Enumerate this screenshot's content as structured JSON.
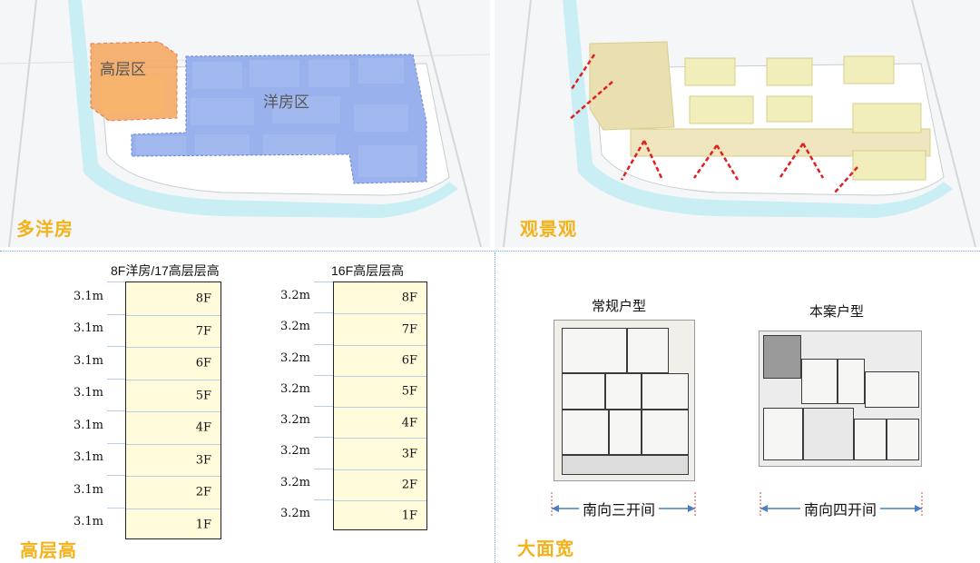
{
  "quadrants": {
    "top_left": {
      "caption": "多洋房",
      "zone_high": "高层区",
      "zone_villa": "洋房区",
      "colors": {
        "high": "#f5a55a",
        "villa": "#8fa9ea"
      }
    },
    "top_right": {
      "caption": "观景观",
      "colors": {
        "building": "#f2eebc",
        "arrow": "#e02020"
      }
    },
    "bottom_left": {
      "caption": "高层高",
      "stack_a": {
        "title": "8F洋房/17高层层高",
        "heights": [
          "3.1m",
          "3.1m",
          "3.1m",
          "3.1m",
          "3.1m",
          "3.1m",
          "3.1m",
          "3.1m"
        ],
        "floors": [
          "8F",
          "7F",
          "6F",
          "5F",
          "4F",
          "3F",
          "2F",
          "1F"
        ]
      },
      "stack_b": {
        "title": "16F高层层高",
        "heights": [
          "3.2m",
          "3.2m",
          "3.2m",
          "3.2m",
          "3.2m",
          "3.2m",
          "3.2m",
          "3.2m"
        ],
        "floors": [
          "8F",
          "7F",
          "6F",
          "5F",
          "4F",
          "3F",
          "2F",
          "1F"
        ]
      }
    },
    "bottom_right": {
      "caption": "大面宽",
      "plan_a": {
        "title": "常规户型",
        "span": "南向三开间"
      },
      "plan_b": {
        "title": "本案户型",
        "span": "南向四开间"
      },
      "colors": {
        "dimension": "#4a7fc1"
      }
    }
  }
}
